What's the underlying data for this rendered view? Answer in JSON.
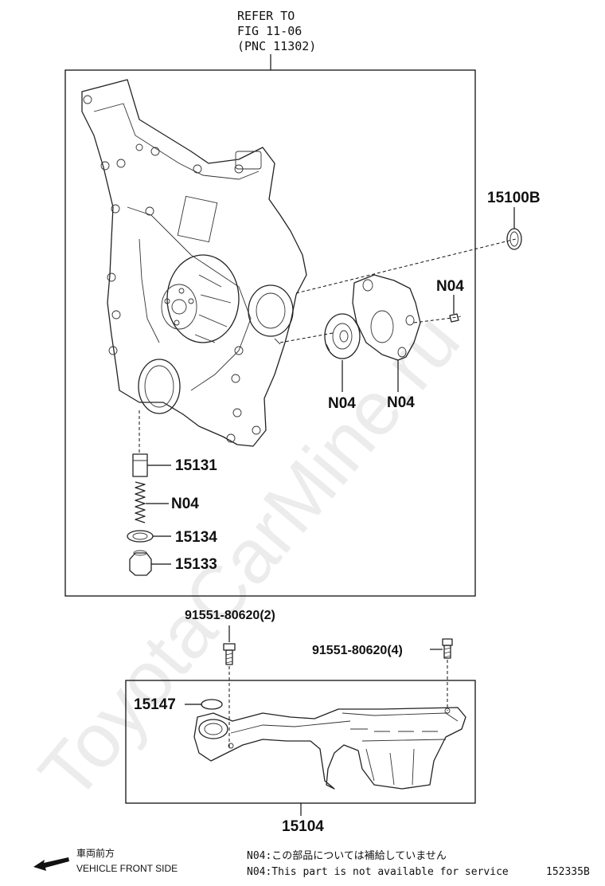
{
  "refer": {
    "line1": "REFER TO",
    "line2": "FIG 11-06",
    "line3": "(PNC 11302)"
  },
  "labels": {
    "p15100b": "15100B",
    "n04_bolt": "N04",
    "n04_rotor": "N04",
    "n04_body": "N04",
    "p15131": "15131",
    "n04_spring": "N04",
    "p15134": "15134",
    "p15133": "15133",
    "bolt_2": "91551-80620(2)",
    "bolt_4": "91551-80620(4)",
    "p15147": "15147",
    "p15104": "15104"
  },
  "front": {
    "jp": "車両前方",
    "en": "VEHICLE FRONT SIDE"
  },
  "notes": {
    "jp": "N04:この部品については補給していません",
    "en": "N04:This part is not available for service"
  },
  "figure_code": "152335B",
  "watermark": "ToyotaCarMine.ru"
}
